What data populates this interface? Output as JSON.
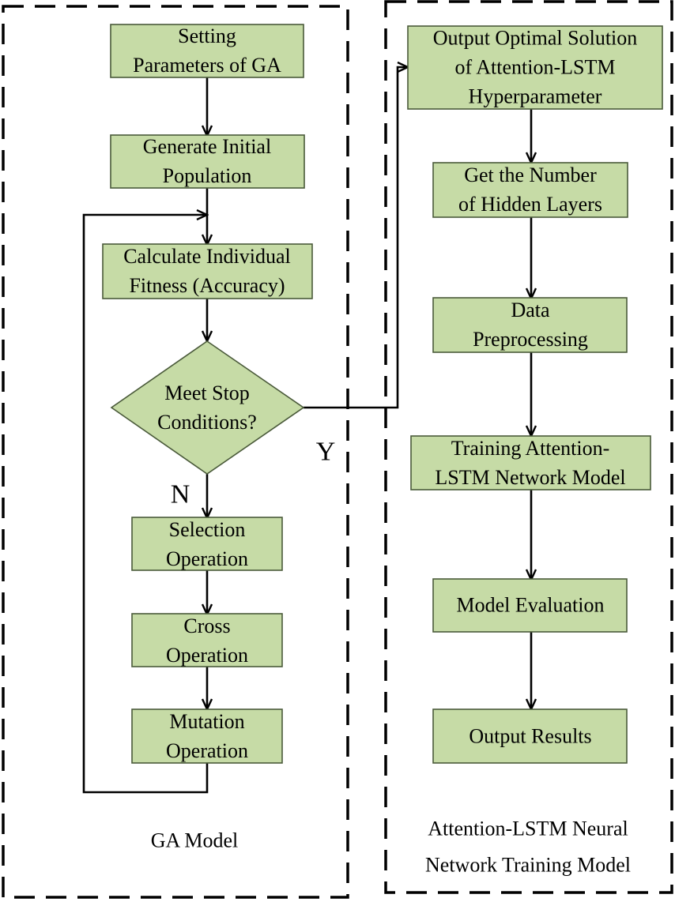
{
  "colors": {
    "box_fill": "#c6dba6",
    "box_stroke": "#4a5a3a",
    "line": "#000000",
    "background": "#ffffff"
  },
  "regions": {
    "ga": {
      "label_lines": [
        "GA Model"
      ]
    },
    "lstm": {
      "label_lines": [
        "Attention-LSTM Neural",
        "Network Training Model"
      ]
    }
  },
  "nodes": {
    "set_params": {
      "lines": [
        "Setting",
        "Parameters of GA"
      ]
    },
    "init_pop": {
      "lines": [
        "Generate Initial",
        "Population"
      ]
    },
    "fitness": {
      "lines": [
        "Calculate Individual",
        "Fitness (Accuracy)"
      ]
    },
    "stop_cond": {
      "lines": [
        "Meet Stop",
        "Conditions?"
      ]
    },
    "selection": {
      "lines": [
        "Selection",
        "Operation"
      ]
    },
    "cross": {
      "lines": [
        "Cross",
        "Operation"
      ]
    },
    "mutation": {
      "lines": [
        "Mutation",
        "Operation"
      ]
    },
    "optimal": {
      "lines": [
        "Output Optimal Solution",
        "of Attention-LSTM",
        "Hyperparameter"
      ]
    },
    "hidden": {
      "lines": [
        "Get the Number",
        "of Hidden Layers"
      ]
    },
    "preprocess": {
      "lines": [
        "Data",
        "Preprocessing"
      ]
    },
    "training": {
      "lines": [
        "Training Attention-",
        "LSTM Network Model"
      ]
    },
    "evaluation": {
      "lines": [
        "Model Evaluation"
      ]
    },
    "results": {
      "lines": [
        "Output Results"
      ]
    }
  },
  "edge_labels": {
    "yes": "Y",
    "no": "N"
  }
}
